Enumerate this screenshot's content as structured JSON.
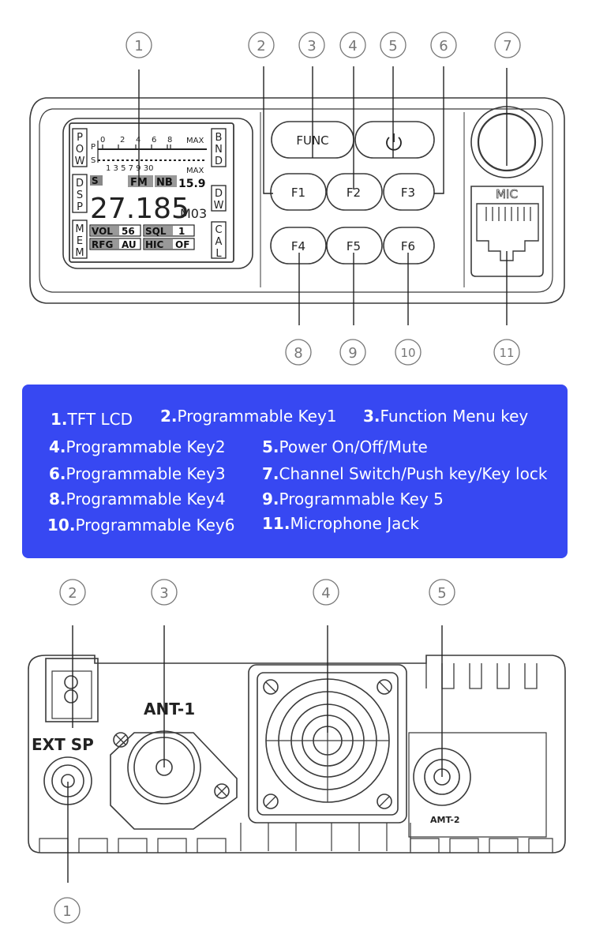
{
  "front": {
    "callouts": [
      "1",
      "2",
      "3",
      "4",
      "5",
      "6",
      "7",
      "8",
      "9",
      "10",
      "11"
    ],
    "lcd": {
      "side_left": [
        "POW",
        "DSP",
        "MEM"
      ],
      "side_right": [
        "BND",
        "DW",
        "CAL"
      ],
      "meter_p_label": "P",
      "meter_s_label": "S",
      "meter_p_scale": [
        "0",
        "2",
        "4",
        "6",
        "8"
      ],
      "meter_s_scale": "1 3 5 7 9 30",
      "max_label": "MAX",
      "s_badge": "S",
      "fm_badge": "FM",
      "nb_badge": "NB",
      "nb_value": "15.9",
      "frequency": "27.185",
      "channel": "M03",
      "vol_label": "VOL",
      "vol_value": "56",
      "sql_label": "SQL",
      "sql_value": "1",
      "rfg_label": "RFG",
      "rfg_value": "AU",
      "hic_label": "HIC",
      "hic_value": "OF"
    },
    "buttons": {
      "func": "FUNC",
      "power_icon": "power-icon",
      "f1": "F1",
      "f2": "F2",
      "f3": "F3",
      "f4": "F4",
      "f5": "F5",
      "f6": "F6"
    },
    "mic_label": "MIC"
  },
  "legend": {
    "background": "#3748f2",
    "items": [
      {
        "num": "1.",
        "text": "TFT LCD"
      },
      {
        "num": "2.",
        "text": "Programmable Key1"
      },
      {
        "num": "3.",
        "text": "Function Menu key"
      },
      {
        "num": "4.",
        "text": "Programmable Key2"
      },
      {
        "num": "5.",
        "text": "Power On/Off/Mute"
      },
      {
        "num": "6.",
        "text": "Programmable Key3"
      },
      {
        "num": "7.",
        "text": "Channel Switch/Push key/Key lock"
      },
      {
        "num": "8.",
        "text": "Programmable Key4"
      },
      {
        "num": "9.",
        "text": "Programmable Key 5"
      },
      {
        "num": "10.",
        "text": "Programmable Key6"
      },
      {
        "num": "11.",
        "text": "Microphone Jack"
      }
    ]
  },
  "back": {
    "callouts": [
      "2",
      "3",
      "4",
      "5",
      "1"
    ],
    "ant1_label": "ANT-1",
    "ext_sp_label": "EXT SP",
    "amt2_label": "AMT-2"
  }
}
